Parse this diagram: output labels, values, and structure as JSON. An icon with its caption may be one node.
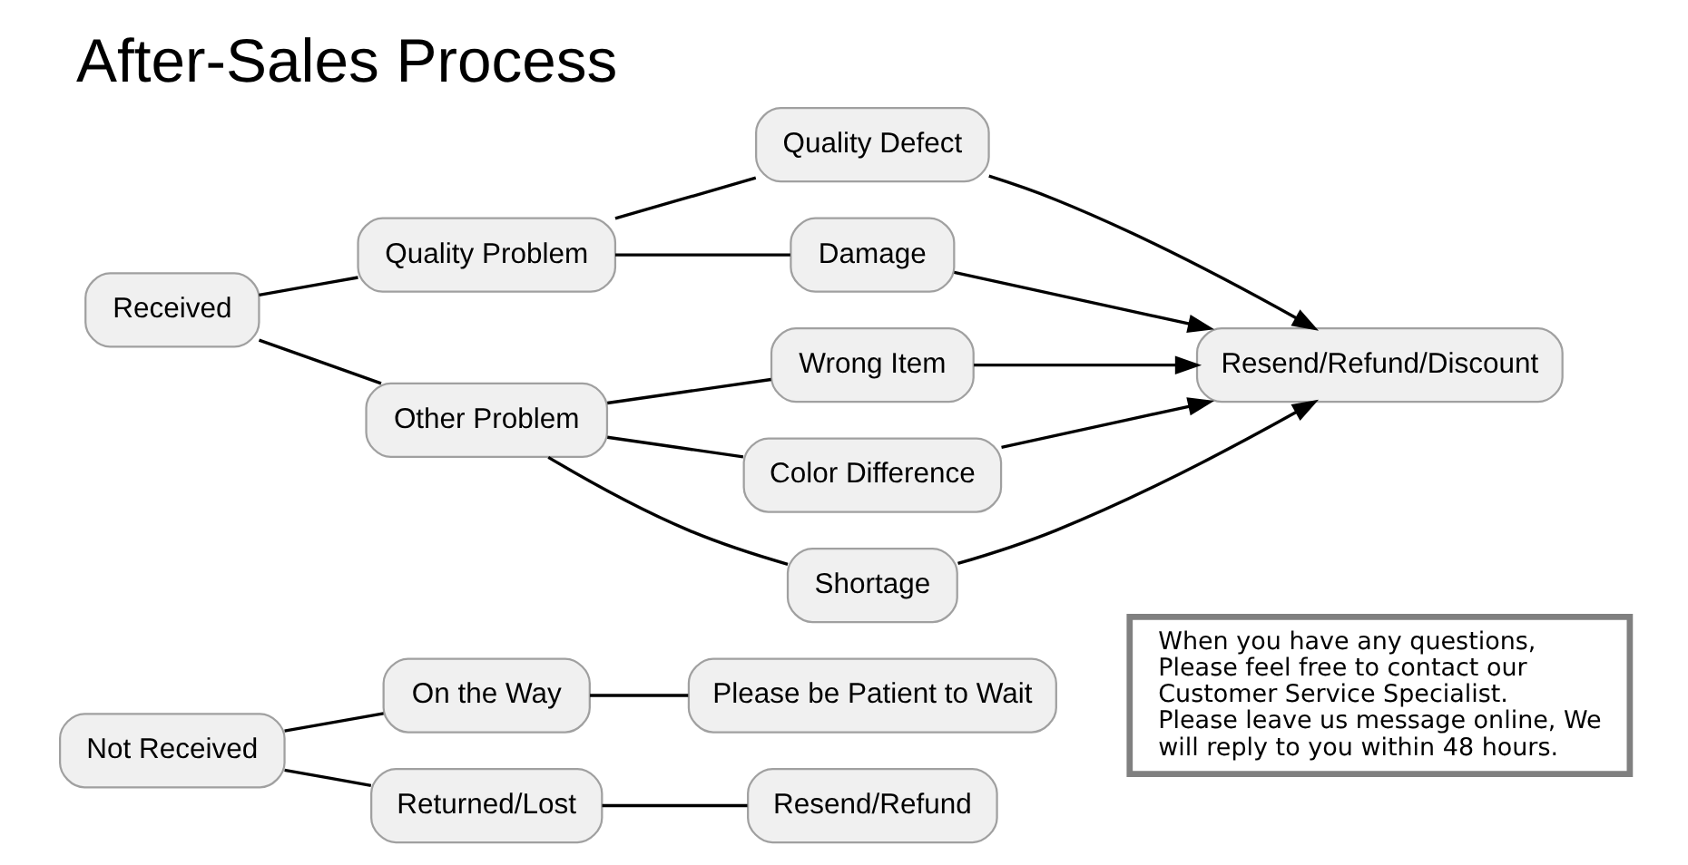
{
  "diagram": {
    "title": "After-Sales Process",
    "nodes": [
      {
        "text": [
          "Not Received"
        ]
      },
      {
        "text": [
          "On the Way"
        ]
      },
      {
        "text": [
          "Returned/Lost"
        ]
      },
      {
        "text": [
          "Please be Patient to Wait"
        ]
      },
      {
        "text": [
          "Resend/Refund"
        ]
      },
      {
        "text": [
          "Received"
        ]
      },
      {
        "text": [
          "Quality Problem"
        ]
      },
      {
        "text": [
          "Other Problem"
        ]
      },
      {
        "text": [
          "Quality Defect"
        ]
      },
      {
        "text": [
          "Damage"
        ]
      },
      {
        "text": [
          "Wrong Item"
        ]
      },
      {
        "text": [
          "Color Difference"
        ]
      },
      {
        "text": [
          "Shortage"
        ]
      },
      {
        "text": [
          "Resend/Refund/Discount"
        ]
      },
      {
        "text": [
          "When you have any questions, Please feel free to contact our Customer Service Specialist. Please leave us message online, We will reply to you within 48 hours."
        ]
      }
    ],
    "edges": [
      {
        "from": 0,
        "to": 1,
        "arrow": "none"
      },
      {
        "from": 0,
        "to": 2,
        "arrow": "none"
      },
      {
        "from": 1,
        "to": 3,
        "arrow": "none"
      },
      {
        "from": 2,
        "to": 4,
        "arrow": "none"
      },
      {
        "from": 5,
        "to": 6,
        "arrow": "none"
      },
      {
        "from": 5,
        "to": 7,
        "arrow": "none"
      },
      {
        "from": 6,
        "to": 8,
        "arrow": "none"
      },
      {
        "from": 6,
        "to": 9,
        "arrow": "none"
      },
      {
        "from": 7,
        "to": 10,
        "arrow": "none"
      },
      {
        "from": 7,
        "to": 11,
        "arrow": "none"
      },
      {
        "from": 7,
        "to": 12,
        "arrow": "none"
      },
      {
        "from": 8,
        "to": 13,
        "arrow": "to"
      },
      {
        "from": 9,
        "to": 13,
        "arrow": "to"
      },
      {
        "from": 10,
        "to": 13,
        "arrow": "to"
      },
      {
        "from": 11,
        "to": 13,
        "arrow": "to"
      },
      {
        "from": 12,
        "to": 13,
        "arrow": "to"
      }
    ]
  }
}
